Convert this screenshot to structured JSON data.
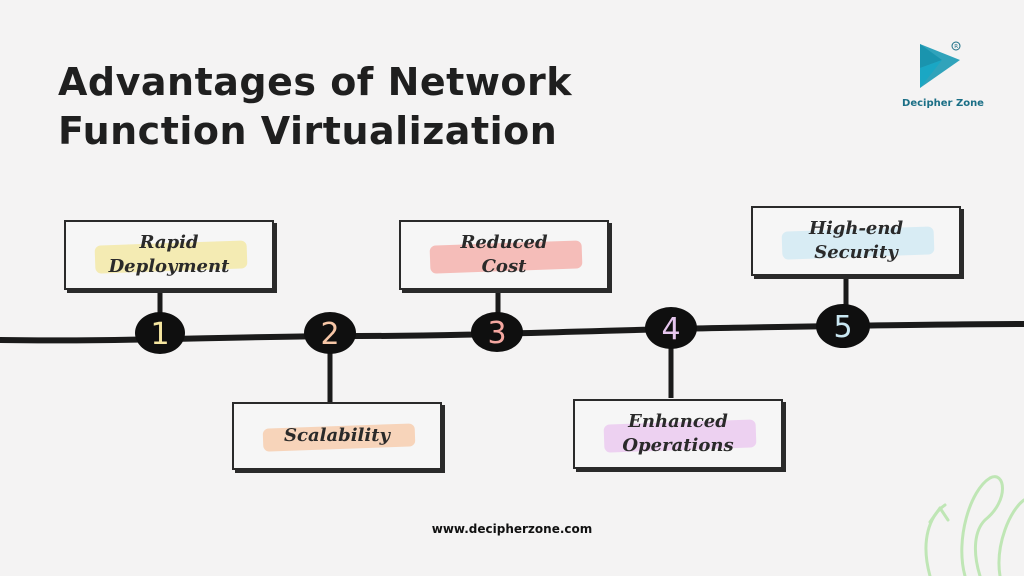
{
  "title": {
    "line1": "Advantages of Network",
    "line2": "Function Virtualization"
  },
  "logo": {
    "brand": "Decipher Zone",
    "icon": "play-triangle-icon",
    "colors": {
      "primary": "#1b9ab5",
      "dark": "#175a70"
    }
  },
  "steps": [
    {
      "number": "1",
      "line1": "Rapid",
      "line2": "Deployment",
      "number_color": "#f5e6a0",
      "highlight": "#f3e79c"
    },
    {
      "number": "2",
      "line1": "Scalability",
      "line2": "",
      "number_color": "#f6c6a6",
      "highlight": "#f7c8a6"
    },
    {
      "number": "3",
      "line1": "Reduced",
      "line2": "Cost",
      "number_color": "#f4a7a0",
      "highlight": "#f4a9a4"
    },
    {
      "number": "4",
      "line1": "Enhanced",
      "line2": "Operations",
      "number_color": "#e6c6ee",
      "highlight": "#e9c4ef"
    },
    {
      "number": "5",
      "line1": "High-end",
      "line2": "Security",
      "number_color": "#c9e7f2",
      "highlight": "#cde8f3"
    }
  ],
  "footer": {
    "url": "www.decipherzone.com"
  },
  "colors": {
    "background": "#f4f3f3",
    "ink": "#1f1f1f",
    "leaf": "#bfe6b5"
  }
}
